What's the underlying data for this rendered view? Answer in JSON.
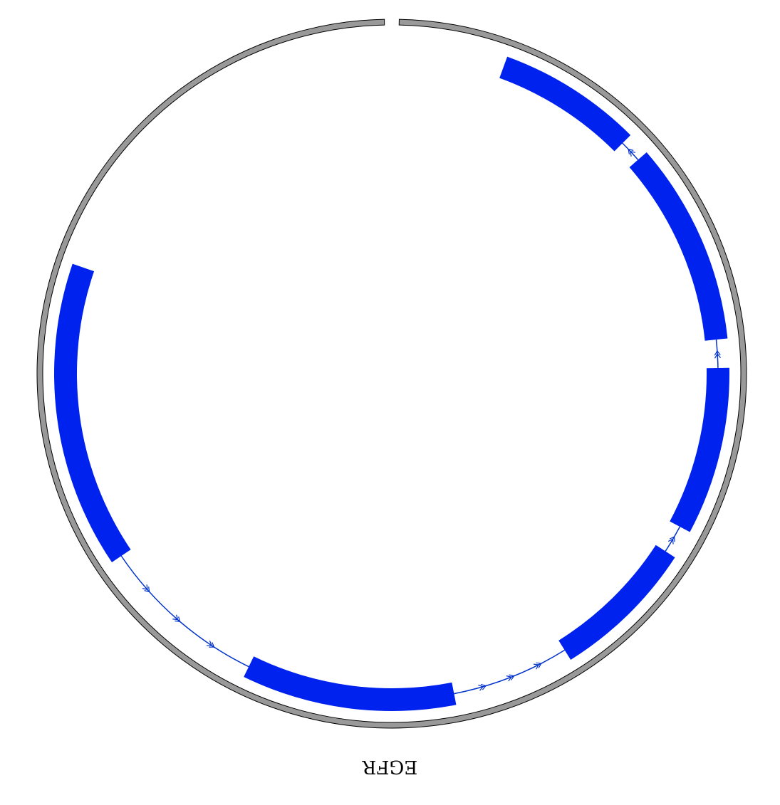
{
  "gene": {
    "name": "EGFR"
  },
  "chromosome": {
    "fill": "#999999",
    "stroke": "#000000"
  },
  "colors": {
    "exon": "#0022ee",
    "intron": "#0033cc"
  },
  "exons": [
    {
      "start_deg": 20,
      "end_deg": 45
    },
    {
      "start_deg": 49,
      "end_deg": 84
    },
    {
      "start_deg": 89,
      "end_deg": 118
    },
    {
      "start_deg": 123,
      "end_deg": 148
    },
    {
      "start_deg": 169,
      "end_deg": 206
    },
    {
      "start_deg": 236,
      "end_deg": 289
    }
  ],
  "introns": [
    {
      "start_deg": 45,
      "end_deg": 49,
      "arrows": 1
    },
    {
      "start_deg": 84,
      "end_deg": 89,
      "arrows": 1
    },
    {
      "start_deg": 118,
      "end_deg": 123,
      "arrows": 1
    },
    {
      "start_deg": 148,
      "end_deg": 169,
      "arrows": 3
    },
    {
      "start_deg": 206,
      "end_deg": 236,
      "arrows": 3
    }
  ]
}
